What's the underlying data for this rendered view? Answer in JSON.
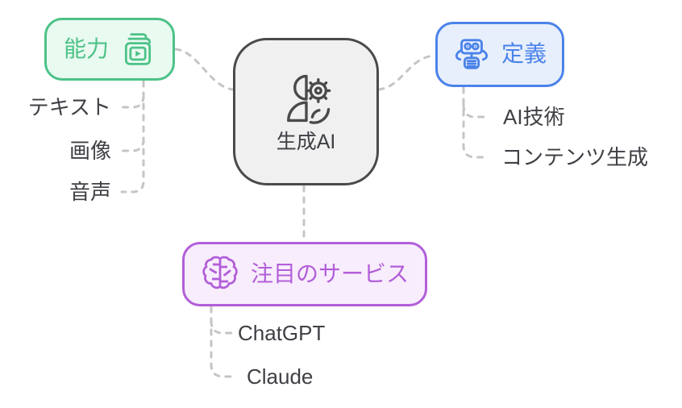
{
  "diagram": {
    "type": "mindmap",
    "connector_color": "#c5c5c5",
    "child_text_color": "#3f4045",
    "center_node": {
      "label": "生成AI",
      "icon": "person-gear-icon",
      "border_color": "#4a4a4a",
      "background_color": "#f0f0f0",
      "text_color": "#3f4045"
    },
    "branches": [
      {
        "label": "能力",
        "icon": "video-library-icon",
        "accent_color": "#4cc287",
        "background_color": "#e9faf0",
        "children": [
          "テキスト",
          "画像",
          "音声"
        ]
      },
      {
        "label": "定義",
        "icon": "robot-icon",
        "accent_color": "#4b83ea",
        "background_color": "#e7effc",
        "children": [
          "AI技術",
          "コンテンツ生成"
        ]
      },
      {
        "label": "注目のサービス",
        "icon": "brain-icon",
        "accent_color": "#b25fd9",
        "background_color": "#f8edfc",
        "children": [
          "ChatGPT",
          "Claude"
        ]
      }
    ]
  }
}
